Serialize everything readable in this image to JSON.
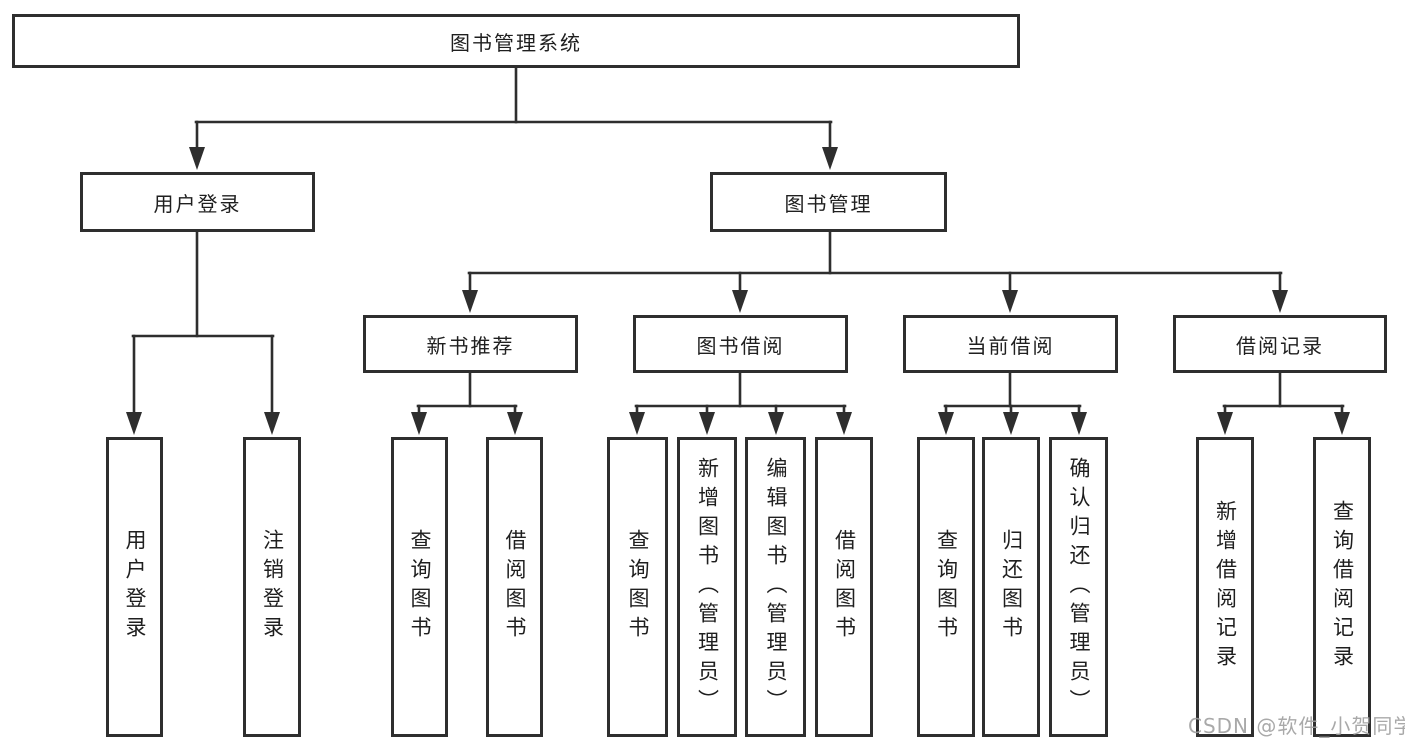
{
  "diagram": {
    "root": {
      "label": "图书管理系统"
    },
    "branches": [
      {
        "label": "用户登录",
        "children": [
          {
            "label": "用户登录"
          },
          {
            "label": "注销登录"
          }
        ]
      },
      {
        "label": "图书管理",
        "children": [
          {
            "label": "新书推荐",
            "children": [
              {
                "label": "查询图书"
              },
              {
                "label": "借阅图书"
              }
            ]
          },
          {
            "label": "图书借阅",
            "children": [
              {
                "label": "查询图书"
              },
              {
                "label": "新增图书（管理员）"
              },
              {
                "label": "编辑图书（管理员）"
              },
              {
                "label": "借阅图书"
              }
            ]
          },
          {
            "label": "当前借阅",
            "children": [
              {
                "label": "查询图书"
              },
              {
                "label": "归还图书"
              },
              {
                "label": "确认归还（管理员）"
              }
            ]
          },
          {
            "label": "借阅记录",
            "children": [
              {
                "label": "新增借阅记录"
              },
              {
                "label": "查询借阅记录"
              }
            ]
          }
        ]
      }
    ]
  },
  "watermark": {
    "text": "CSDN @软件_小贺同学"
  },
  "colors": {
    "line": "#2e2e2e",
    "box_border": "#2e2e2e",
    "box_fill": "#ffffff",
    "text": "#1f1f1f",
    "watermark": "#9e9e9e",
    "background": "#ffffff"
  }
}
